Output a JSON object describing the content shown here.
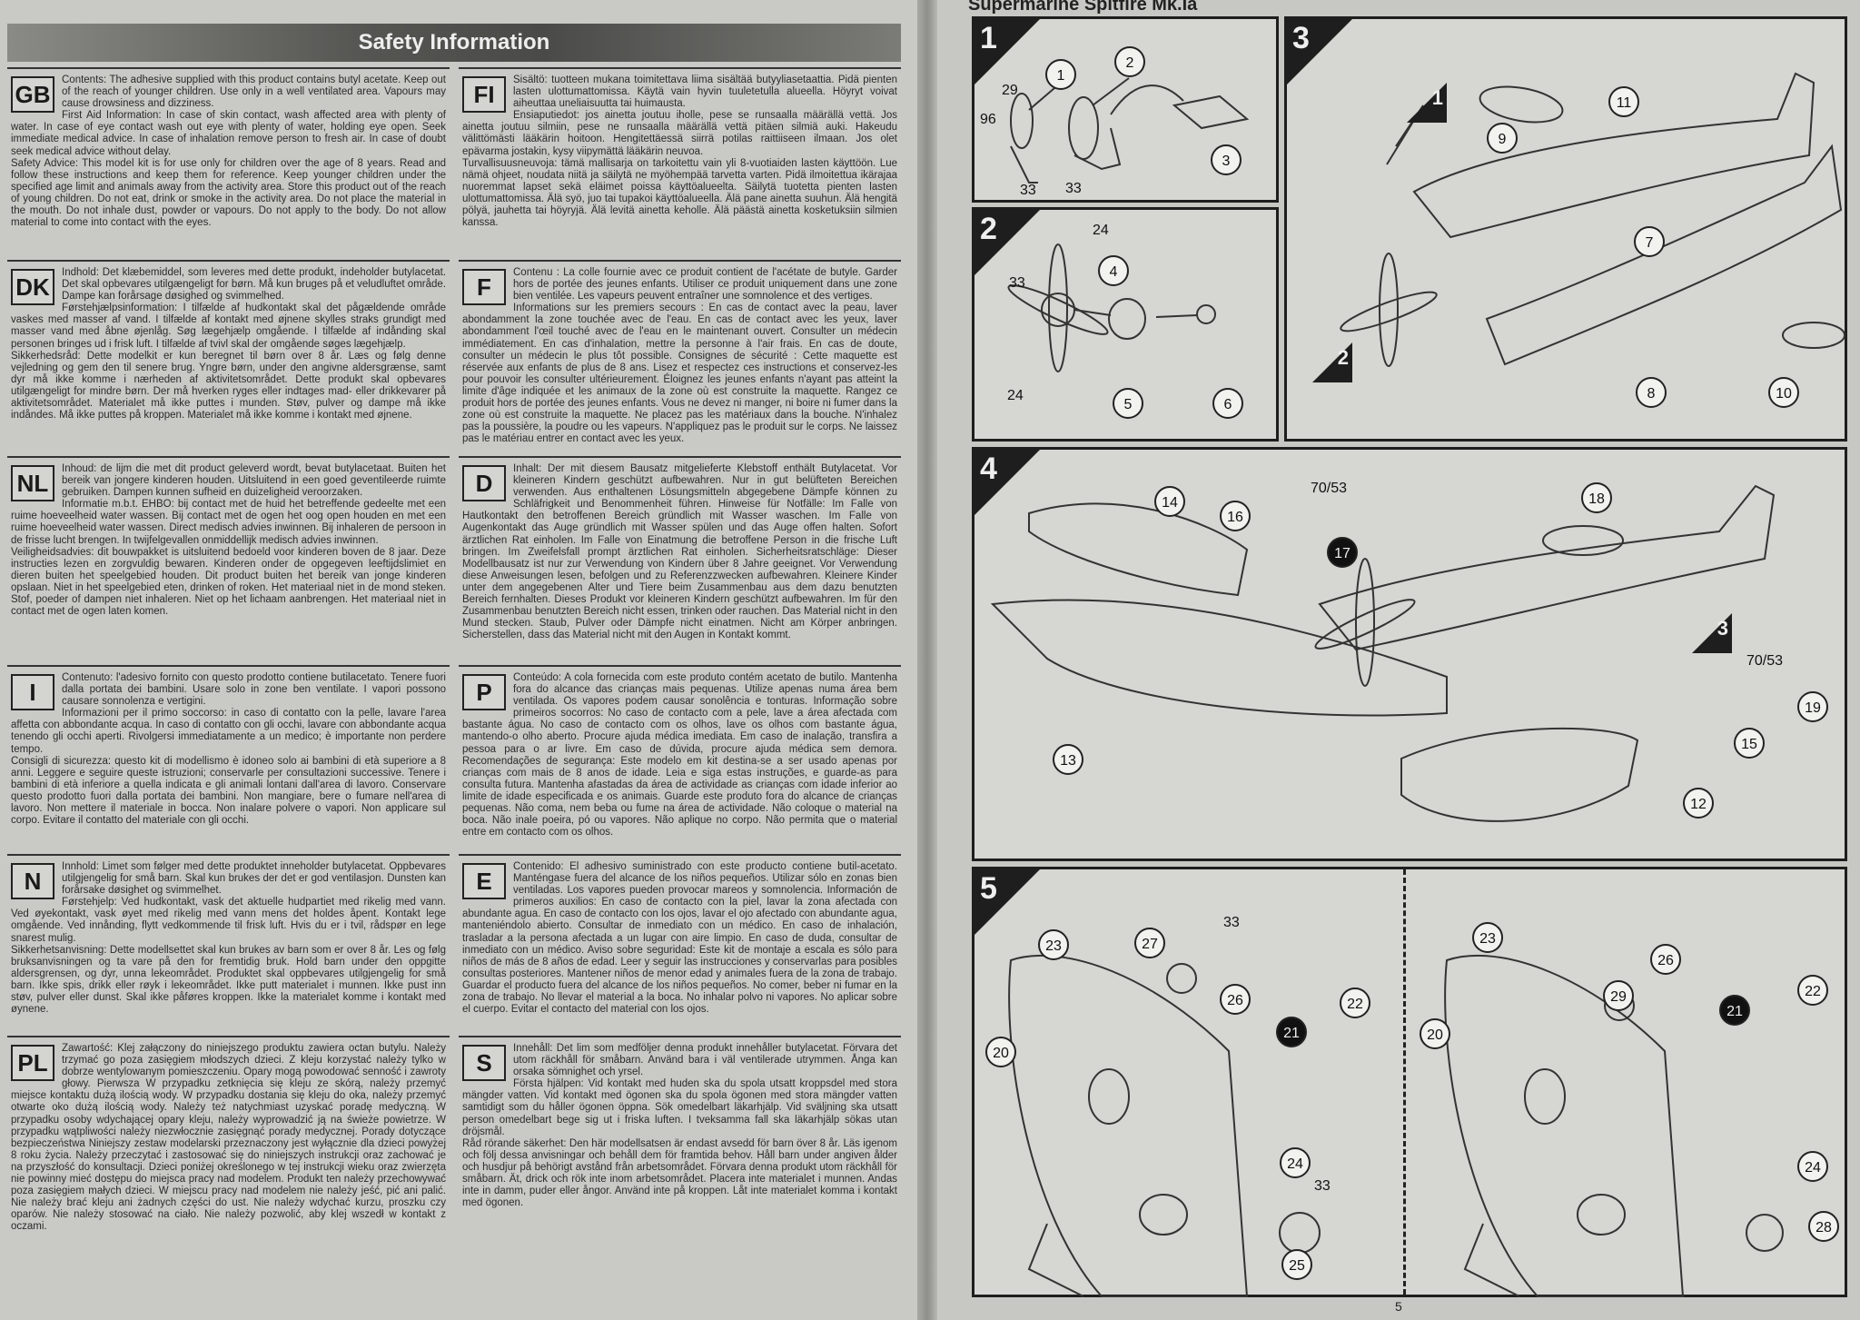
{
  "left_page": {
    "title": "Safety Information",
    "languages": [
      {
        "code": "GB",
        "text": "Contents: The adhesive supplied with this product contains butyl acetate. Keep out of the reach of younger children. Use only in a well ventilated area. Vapours may cause drowsiness and dizziness.\nFirst Aid Information: In case of skin contact, wash affected area with plenty of water. In case of eye contact wash out eye with plenty of water, holding eye open. Seek immediate medical advice. In case of inhalation remove person to fresh air. In case of doubt seek medical advice without delay.\nSafety Advice: This model kit is for use only for children over the age of 8 years. Read and follow these instructions and keep them for reference. Keep younger children under the specified age limit and animals away from the activity area. Store this product out of the reach of young children. Do not eat, drink or smoke in the activity area. Do not place the material in the mouth. Do not inhale dust, powder or vapours. Do not apply to the body. Do not allow material to come into contact with the eyes."
      },
      {
        "code": "FI",
        "text": "Sisältö: tuotteen mukana toimitettava liima sisältää butyyliasetaattia. Pidä pienten lasten ulottumattomissa. Käytä vain hyvin tuuletetulla alueella. Höyryt voivat aiheuttaa uneliaisuutta tai huimausta.\nEnsiaputiedot: jos ainetta joutuu iholle, pese se runsaalla määrällä vettä. Jos ainetta joutuu silmiin, pese ne runsaalla määrällä vettä pitäen silmiä auki. Hakeudu välittömästi lääkärin hoitoon. Hengitettäessä siirrä potilas raittiiseen ilmaan. Jos olet epävarma jostakin, kysy viipymättä lääkärin neuvoa.\nTurvallisuusneuvoja: tämä mallisarja on tarkoitettu vain yli 8-vuotiaiden lasten käyttöön. Lue nämä ohjeet, noudata niitä ja säilytä ne myöhempää tarvetta varten. Pidä ilmoitettua ikärajaa nuoremmat lapset sekä eläimet poissa käyttöalueelta. Säilytä tuotetta pienten lasten ulottumattomissa. Älä syö, juo tai tupakoi käyttöalueella. Älä pane ainetta suuhun. Älä hengitä pölyä, jauhetta tai höyryjä. Älä levitä ainetta keholle. Älä päästä ainetta kosketuksiin silmien kanssa."
      },
      {
        "code": "DK",
        "text": "Indhold: Det klæbemiddel, som leveres med dette produkt, indeholder butylacetat. Det skal opbevares utilgængeligt for børn. Må kun bruges på et veludluftet område. Dampe kan forårsage døsighed og svimmelhed.\nFørstehjælpsinformation: I tilfælde af hudkontakt skal det pågældende område vaskes med masser af vand. I tilfælde af kontakt med øjnene skylles straks grundigt med masser vand med åbne øjenlåg. Søg lægehjælp omgående. I tilfælde af indånding skal personen bringes ud i frisk luft. I tilfælde af tvivl skal der omgående søges lægehjælp.\nSikkerhedsråd: Dette modelkit er kun beregnet til børn over 8 år. Læs og følg denne vejledning og gem den til senere brug. Yngre børn, under den angivne aldersgrænse, samt dyr må ikke komme i nærheden af aktivitetsområdet. Dette produkt skal opbevares utilgængeligt for mindre børn. Der må hverken ryges eller indtages mad- eller drikkevarer på aktivitetsområdet. Materialet må ikke puttes i munden. Støv, pulver og dampe må ikke indåndes. Må ikke puttes på kroppen. Materialet må ikke komme i kontakt med øjnene."
      },
      {
        "code": "F",
        "text": "Contenu : La colle fournie avec ce produit contient de l'acétate de butyle. Garder hors de portée des jeunes enfants. Utiliser ce produit uniquement dans une zone bien ventilée. Les vapeurs peuvent entraîner une somnolence et des vertiges.\nInformations sur les premiers secours : En cas de contact avec la peau, laver abondamment la zone touchée avec de l'eau. En cas de contact avec les yeux, laver abondamment l'œil touché avec de l'eau en le maintenant ouvert. Consulter un médecin immédiatement. En cas d'inhalation, mettre la personne à l'air frais. En cas de doute, consulter un médecin le plus tôt possible. Consignes de sécurité : Cette maquette est réservée aux enfants de plus de 8 ans. Lisez et respectez ces instructions et conservez-les pour pouvoir les consulter ultérieurement. Éloignez les jeunes enfants n'ayant pas atteint la limite d'âge indiquée et les animaux de la zone où est construite la maquette. Rangez ce produit hors de portée des jeunes enfants. Vous ne devez ni manger, ni boire ni fumer dans la zone où est construite la maquette. Ne placez pas les matériaux dans la bouche. N'inhalez pas la poussière, la poudre ou les vapeurs. N'appliquez pas le produit sur le corps. Ne laissez pas le matériau entrer en contact avec les yeux."
      },
      {
        "code": "NL",
        "text": "Inhoud: de lijm die met dit product geleverd wordt, bevat butylacetaat. Buiten het bereik van jongere kinderen houden. Uitsluitend in een goed geventileerde ruimte gebruiken. Dampen kunnen sufheid en duizeligheid veroorzaken.\nInformatie m.b.t. EHBO: bij contact met de huid het betreffende gedeelte met een ruime hoeveelheid water wassen. Bij contact met de ogen het oog open houden en met een ruime hoeveelheid water wassen. Direct medisch advies inwinnen. Bij inhaleren de persoon in de frisse lucht brengen. In twijfelgevallen onmiddellijk medisch advies inwinnen.\nVeiligheidsadvies: dit bouwpakket is uitsluitend bedoeld voor kinderen boven de 8 jaar. Deze instructies lezen en zorgvuldig bewaren. Kinderen onder de opgegeven leeftijdslimiet en dieren buiten het speelgebied houden. Dit product buiten het bereik van jonge kinderen opslaan. Niet in het speelgebied eten, drinken of roken. Het materiaal niet in de mond steken. Stof, poeder of dampen niet inhaleren. Niet op het lichaam aanbrengen. Het materiaal niet in contact met de ogen laten komen."
      },
      {
        "code": "D",
        "text": "Inhalt: Der mit diesem Bausatz mitgelieferte Klebstoff enthält Butylacetat. Vor kleineren Kindern geschützt aufbewahren. Nur in gut belüfteten Bereichen verwenden. Aus enthaltenen Lösungsmitteln abgegebene Dämpfe können zu Schläfrigkeit und Benommenheit führen. Hinweise für Notfälle: Im Falle von Hautkontakt den betroffenen Bereich gründlich mit Wasser waschen. Im Falle von Augenkontakt das Auge gründlich mit Wasser spülen und das Auge offen halten. Sofort ärztlichen Rat einholen. Im Falle von Einatmung die betroffene Person in die frische Luft bringen. Im Zweifelsfall prompt ärztlichen Rat einholen. Sicherheitsratschläge: Dieser Modellbausatz ist nur zur Verwendung von Kindern über 8 Jahre geeignet. Vor Verwendung diese Anweisungen lesen, befolgen und zu Referenzzwecken aufbewahren. Kleinere Kinder unter dem angegebenen Alter und Tiere beim Zusammenbau aus dem dazu benutzten Bereich fernhalten. Dieses Produkt vor kleineren Kindern geschützt aufbewahren. Im für den Zusammenbau benutzten Bereich nicht essen, trinken oder rauchen. Das Material nicht in den Mund stecken. Staub, Pulver oder Dämpfe nicht einatmen. Nicht am Körper anbringen. Sicherstellen, dass das Material nicht mit den Augen in Kontakt kommt."
      },
      {
        "code": "I",
        "text": "Contenuto: l'adesivo fornito con questo prodotto contiene butilacetato. Tenere fuori dalla portata dei bambini. Usare solo in zone ben ventilate. I vapori possono causare sonnolenza e vertigini.\nInformazioni per il primo soccorso: in caso di contatto con la pelle, lavare l'area affetta con abbondante acqua. In caso di contatto con gli occhi, lavare con abbondante acqua tenendo gli occhi aperti. Rivolgersi immediatamente a un medico; è importante non perdere tempo.\nConsigli di sicurezza: questo kit di modellismo è idoneo solo ai bambini di età superiore a 8 anni. Leggere e seguire queste istruzioni; conservarle per consultazioni successive. Tenere i bambini di età inferiore a quella indicata e gli animali lontani dall'area di lavoro. Conservare questo prodotto fuori dalla portata dei bambini. Non mangiare, bere o fumare nell'area di lavoro. Non mettere il materiale in bocca. Non inalare polvere o vapori. Non applicare sul corpo. Evitare il contatto del materiale con gli occhi."
      },
      {
        "code": "P",
        "text": "Conteúdo: A cola fornecida com este produto contém acetato de butilo. Mantenha fora do alcance das crianças mais pequenas. Utilize apenas numa área bem ventilada. Os vapores podem causar sonolência e tonturas. Informação sobre primeiros socorros: No caso de contacto com a pele, lave a área afectada com bastante água. No caso de contacto com os olhos, lave os olhos com bastante água, mantendo-o olho aberto. Procure ajuda médica imediata. Em caso de inalação, transfira a pessoa para o ar livre. Em caso de dúvida, procure ajuda médica sem demora. Recomendações de segurança: Este modelo em kit destina-se a ser usado apenas por crianças com mais de 8 anos de idade. Leia e siga estas instruções, e guarde-as para consulta futura. Mantenha afastadas da área de actividade as crianças com idade inferior ao limite de idade especificada e os animais. Guarde este produto fora do alcance de crianças pequenas. Não coma, nem beba ou fume na área de actividade. Não coloque o material na boca. Não inale poeira, pó ou vapores. Não aplique no corpo. Não permita que o material entre em contacto com os olhos."
      },
      {
        "code": "N",
        "text": "Innhold: Limet som følger med dette produktet inneholder butylacetat. Oppbevares utilgjengelig for små barn. Skal kun brukes der det er god ventilasjon. Dunsten kan forårsake døsighet og svimmelhet.\nFørstehjelp: Ved hudkontakt, vask det aktuelle hudpartiet med rikelig med vann. Ved øyekontakt, vask øyet med rikelig med vann mens det holdes åpent. Kontakt lege omgående. Ved innånding, flytt vedkommende til frisk luft. Hvis du er i tvil, rådspør en lege snarest mulig.\nSikkerhetsanvisning: Dette modellsettet skal kun brukes av barn som er over 8 år. Les og følg bruksanvisningen og ta vare på den for fremtidig bruk. Hold barn under den oppgitte aldersgrensen, og dyr, unna lekeområdet. Produktet skal oppbevares utilgjengelig for små barn. Ikke spis, drikk eller røyk i lekeområdet. Ikke putt materialet i munnen. Ikke pust inn støv, pulver eller dunst. Skal ikke påføres kroppen. Ikke la materialet komme i kontakt med øynene."
      },
      {
        "code": "E",
        "text": "Contenido: El adhesivo suministrado con este producto contiene butil-acetato. Manténgase fuera del alcance de los niños pequeños. Utilizar sólo en zonas bien ventiladas. Los vapores pueden provocar mareos y somnolencia. Información de primeros auxilios: En caso de contacto con la piel, lavar la zona afectada con abundante agua. En caso de contacto con los ojos, lavar el ojo afectado con abundante agua, manteniéndolo abierto. Consultar de inmediato con un médico. En caso de inhalación, trasladar a la persona afectada a un lugar con aire limpio. En caso de duda, consultar de inmediato con un médico. Aviso sobre seguridad: Este kit de montaje a escala es sólo para niños de más de 8 años de edad. Leer y seguir las instrucciones y conservarlas para posibles consultas posteriores. Mantener niños de menor edad y animales fuera de la zona de trabajo. Guardar el producto fuera del alcance de los niños pequeños. No comer, beber ni fumar en la zona de trabajo. No llevar el material a la boca. No inhalar polvo ni vapores. No aplicar sobre el cuerpo. Evitar el contacto del material con los ojos."
      },
      {
        "code": "PL",
        "text": "Zawartość: Klej załączony do niniejszego produktu zawiera octan butylu. Należy trzymać go poza zasięgiem młodszych dzieci. Z kleju korzystać należy tylko w dobrze wentylowanym pomieszczeniu. Opary mogą powodować senność i zawroty głowy. Pierwsza W przypadku zetknięcia się kleju ze skórą, należy przemyć miejsce kontaktu dużą ilością wody. W przypadku dostania się kleju do oka, należy przemyć otwarte oko dużą ilością wody. Należy też natychmiast uzyskać poradę medyczną. W przypadku osoby wdychającej opary kleju, należy wyprowadzić ją na świeże powietrze. W przypadku wątpliwości należy niezwłocznie zasięgnąć porady medycznej. Porady dotyczące bezpieczeństwa Niniejszy zestaw modelarski przeznaczony jest wyłącznie dla dzieci powyżej 8 roku życia. Należy przeczytać i zastosować się do niniejszych instrukcji oraz zachować je na przyszłość do konsultacji. Dzieci poniżej określonego w tej instrukcji wieku oraz zwierzęta nie powinny mieć dostępu do miejsca pracy nad modelem. Produkt ten należy przechowywać poza zasięgiem małych dzieci. W miejscu pracy nad modelem nie należy jeść, pić ani palić. Nie należy brać kleju ani żadnych części do ust. Nie należy wdychać kurzu, proszku czy oparów. Nie należy stosować na ciało. Nie należy pozwolić, aby klej wszedł w kontakt z oczami."
      },
      {
        "code": "S",
        "text": "Innehåll: Det lim som medföljer denna produkt innehåller butylacetat. Förvara det utom räckhåll för småbarn. Använd bara i väl ventilerade utrymmen. Ånga kan orsaka sömnighet och yrsel.\nFörsta hjälpen: Vid kontakt med huden ska du spola utsatt kroppsdel med stora mängder vatten. Vid kontakt med ögonen ska du spola ögonen med stora mängder vatten samtidigt som du håller ögonen öppna. Sök omedelbart läkarhjälp. Vid sväljning ska utsatt person omedelbart bege sig ut i friska luften. I tveksamma fall ska läkarhjälp sökas utan dröjsmål.\nRåd rörande säkerhet: Den här modellsatsen är endast avsedd för barn över 8 år. Läs igenom och följ dessa anvisningar och behåll dem för framtida behov. Håll barn under angiven ålder och husdjur på behörigt avstånd från arbetsområdet. Förvara denna produkt utom räckhåll för småbarn. Ät, drick och rök inte inom arbetsområdet. Placera inte materialet i munnen. Andas inte in damm, puder eller ångor. Använd inte på kroppen. Låt inte materialet komma i kontakt med ögonen."
      }
    ]
  },
  "right_page": {
    "header": "Supermarine Spitfire Mk.Ia",
    "page_number": "5",
    "steps": [
      {
        "label": "1",
        "callouts": [
          "1",
          "2",
          "3"
        ],
        "plain_numbers": [
          "29",
          "96",
          "33",
          "33"
        ]
      },
      {
        "label": "2",
        "callouts": [
          "4",
          "5",
          "6"
        ],
        "plain_numbers": [
          "24",
          "33",
          "24"
        ]
      },
      {
        "label": "3",
        "callouts": [
          "7",
          "8",
          "9",
          "10",
          "11"
        ],
        "markers": [
          "1",
          "2"
        ]
      },
      {
        "label": "4",
        "callouts": [
          "12",
          "13",
          "14",
          "15",
          "16",
          "17",
          "18",
          "19"
        ],
        "plain_numbers": [
          "70/53",
          "70/53"
        ],
        "markers": [
          "3"
        ]
      },
      {
        "label": "5",
        "callouts_left": [
          "20",
          "21",
          "22",
          "23",
          "24",
          "25",
          "26",
          "27"
        ],
        "plain_numbers_left": [
          "33",
          "33"
        ],
        "callouts_right": [
          "20",
          "21",
          "22",
          "23",
          "24",
          "26",
          "28",
          "29"
        ]
      }
    ]
  }
}
